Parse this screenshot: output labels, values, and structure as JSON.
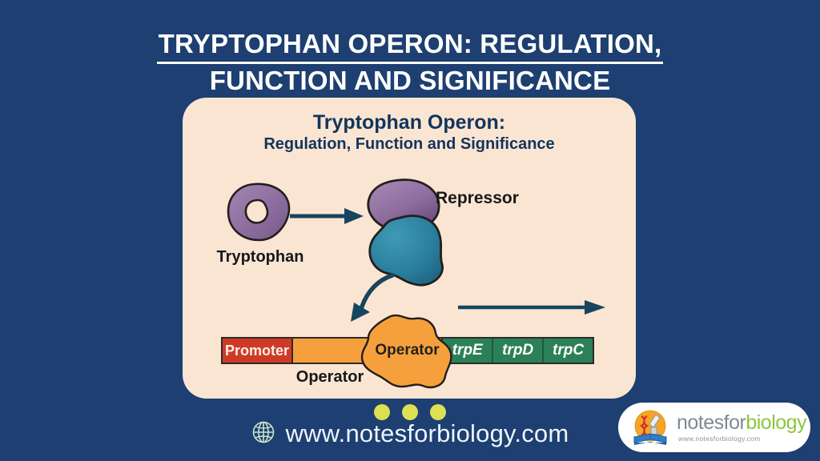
{
  "page": {
    "background_color": "#1d3f71",
    "title_lines": [
      "TRYPTOPHAN OPERON: REGULATION,",
      "FUNCTION AND SIGNIFICANCE"
    ]
  },
  "card": {
    "background_color": "#fae5d3",
    "title": "Tryptophan Operon:",
    "subtitle": "Regulation, Function and Significance",
    "diagram": {
      "molecules": [
        {
          "name": "tryptophan",
          "label": "Tryptophan",
          "color": "#8d6d9e"
        },
        {
          "name": "repressor",
          "label": "Repressor",
          "cap_color": "#8d6d9e",
          "body_color": "#2b7f9e"
        }
      ],
      "arrows": [
        {
          "name": "binding-arrow",
          "direction": "right",
          "color": "#17455f"
        },
        {
          "name": "repressor-to-operator-arrow",
          "direction": "curved-down-left",
          "color": "#17455f"
        },
        {
          "name": "transcription-arrow",
          "direction": "right",
          "color": "#17455f"
        }
      ],
      "gene_bar": {
        "segments": [
          {
            "label": "Promoter",
            "color": "#cf3a26",
            "text_color": "#fdf0e6",
            "italic": false
          },
          {
            "label": "",
            "color": "#f5a03c",
            "text_color": "#231f1c",
            "italic": false
          },
          {
            "label": "Operator",
            "color": "#f5a03c",
            "text_color": "#231f1c",
            "italic": false
          },
          {
            "label": "trpE",
            "color": "#2b8057",
            "text_color": "#ffffff",
            "italic": true
          },
          {
            "label": "trpD",
            "color": "#2b8057",
            "text_color": "#ffffff",
            "italic": true
          },
          {
            "label": "trpC",
            "color": "#2b8057",
            "text_color": "#ffffff",
            "italic": true
          }
        ]
      },
      "operator_blob": {
        "label": "Operator",
        "color": "#f5a03c"
      },
      "operator_caption": "Operator"
    }
  },
  "footer": {
    "dots_count": 3,
    "dot_color": "#dde052",
    "globe_icon": "globe-icon",
    "url": "www.notesforbiology.com"
  },
  "logo": {
    "emblem_icon": "microscope-book-dna-icon",
    "word_part_1": "notesfor",
    "word_part_2": "biology",
    "sub_url": "www.notesforbiology.com"
  }
}
